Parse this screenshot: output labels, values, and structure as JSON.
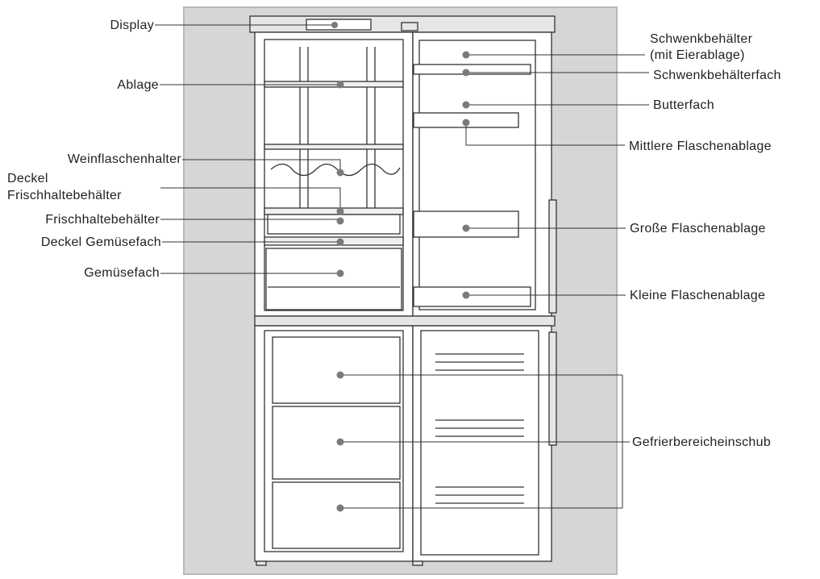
{
  "colors": {
    "frame_fill": "#d6d6d6",
    "frame_stroke": "#b8b8b8",
    "line": "#333333",
    "dot": "#7a7a7a",
    "text": "#222222"
  },
  "labels_left": {
    "display": "Display",
    "ablage": "Ablage",
    "weinflaschenhalter": "Weinflaschenhalter",
    "deckel_frisch_line1": "Deckel",
    "deckel_frisch_line2": "Frischhaltebehälter",
    "frischhaltebehaelter": "Frischhaltebehälter",
    "deckel_gemuesefach": "Deckel Gemüsefach",
    "gemuesefach": "Gemüsefach"
  },
  "labels_right": {
    "schwenk_line1": "Schwenkbehälter",
    "schwenk_line2": "(mit Eierablage)",
    "schwenkfach": "Schwenkbehälterfach",
    "butterfach": "Butterfach",
    "mittlere": "Mittlere Flaschenablage",
    "grosse": "Große Flaschenablage",
    "kleine": "Kleine Flaschenablage",
    "gefrier": "Gefrierbereicheinschub"
  }
}
